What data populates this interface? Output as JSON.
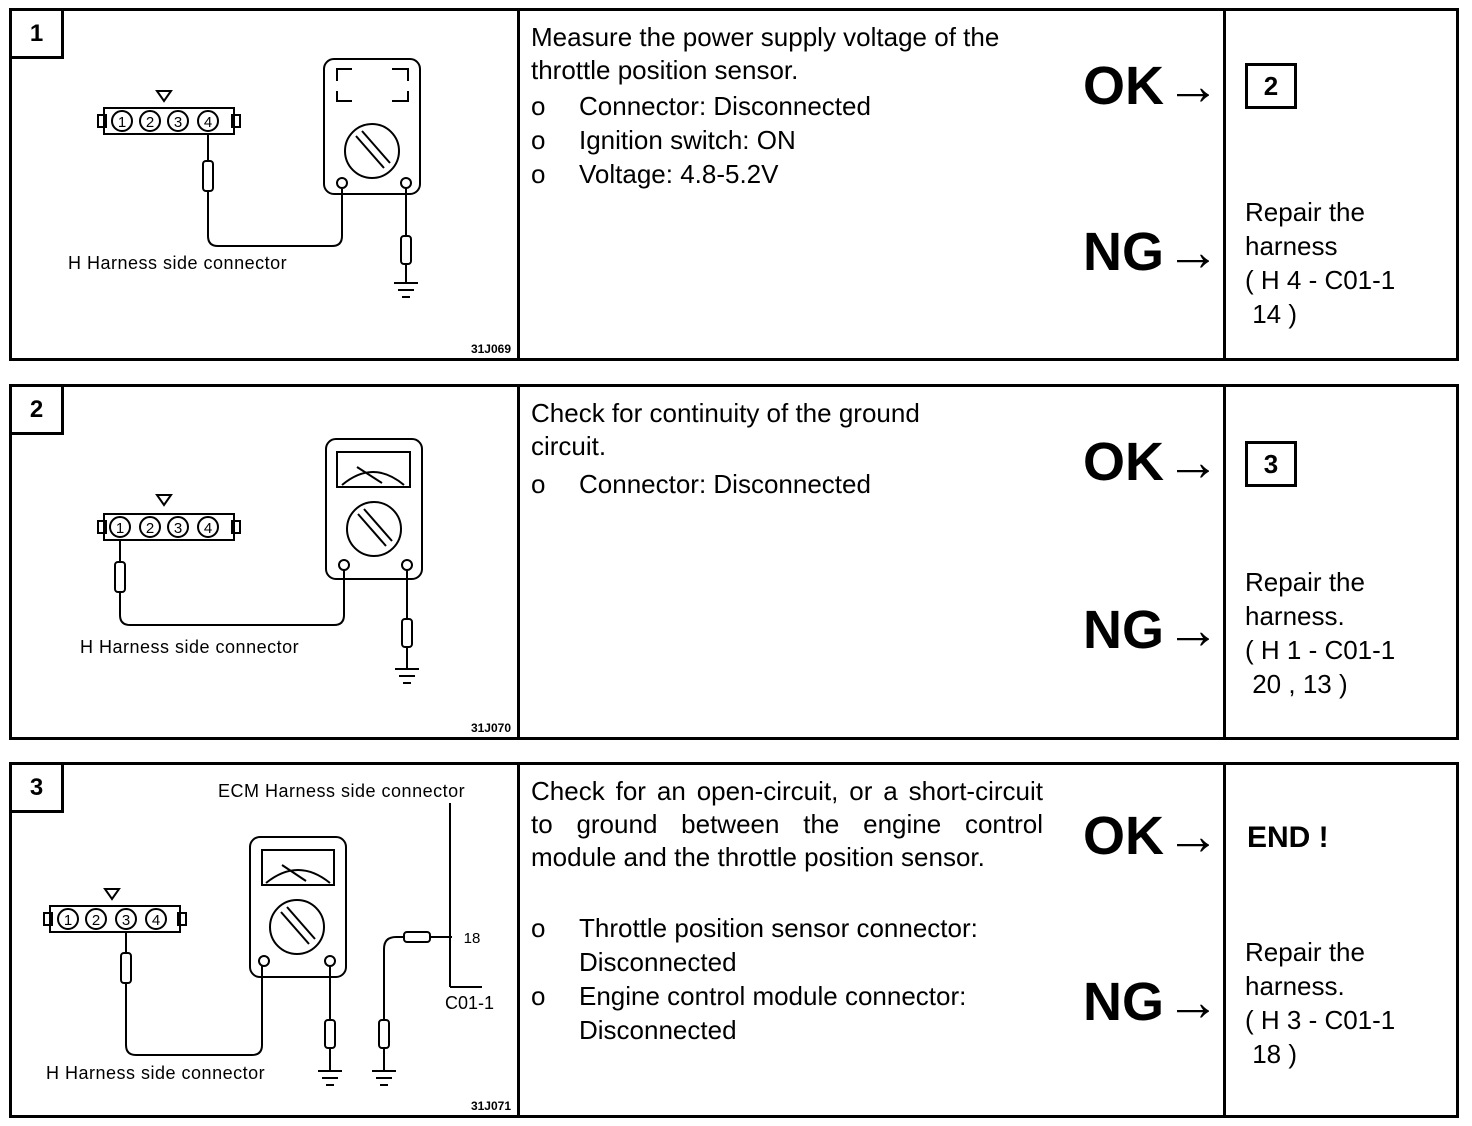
{
  "steps": [
    {
      "number": "1",
      "figure": {
        "code": "31J069",
        "harness_label": "H Harness side connector",
        "pins": [
          "1",
          "2",
          "3",
          "4"
        ]
      },
      "title": "Measure the power supply voltage of the throttle position sensor.",
      "bullets": [
        "Connector: Disconnected",
        "Ignition switch: ON",
        "Voltage: 4.8-5.2V"
      ],
      "ok_label": "OK",
      "ng_label": "NG",
      "ok_target": "2",
      "ng_text": "Repair the\nharness\n( H 4 - C01-1\n 14 )"
    },
    {
      "number": "2",
      "figure": {
        "code": "31J070",
        "harness_label": "H Harness side connector",
        "pins": [
          "1",
          "2",
          "3",
          "4"
        ]
      },
      "title": "Check for continuity of the ground circuit.",
      "bullets": [
        "Connector: Disconnected"
      ],
      "ok_label": "OK",
      "ng_label": "NG",
      "ok_target": "3",
      "ng_text": "Repair the\nharness.\n( H 1 - C01-1\n 20 , 13 )"
    },
    {
      "number": "3",
      "figure": {
        "code": "31J071",
        "harness_label": "H Harness side connector",
        "ecm_label": "ECM Harness side connector",
        "ecm_pin": "18",
        "ecm_connector": "C01-1",
        "pins": [
          "1",
          "2",
          "3",
          "4"
        ]
      },
      "title": "Check for an open-circuit, or a short-circuit to ground between the engine control module and the throttle position sensor.",
      "bullets": [
        "Throttle position sensor connector: Disconnected",
        "Engine control module connector: Disconnected"
      ],
      "ok_label": "OK",
      "ng_label": "NG",
      "ok_target": "END !",
      "ng_text": "Repair the\nharness.\n( H 3 - C01-1\n 18 )"
    }
  ],
  "bullet_marker": "o",
  "arrow_glyph": "→"
}
